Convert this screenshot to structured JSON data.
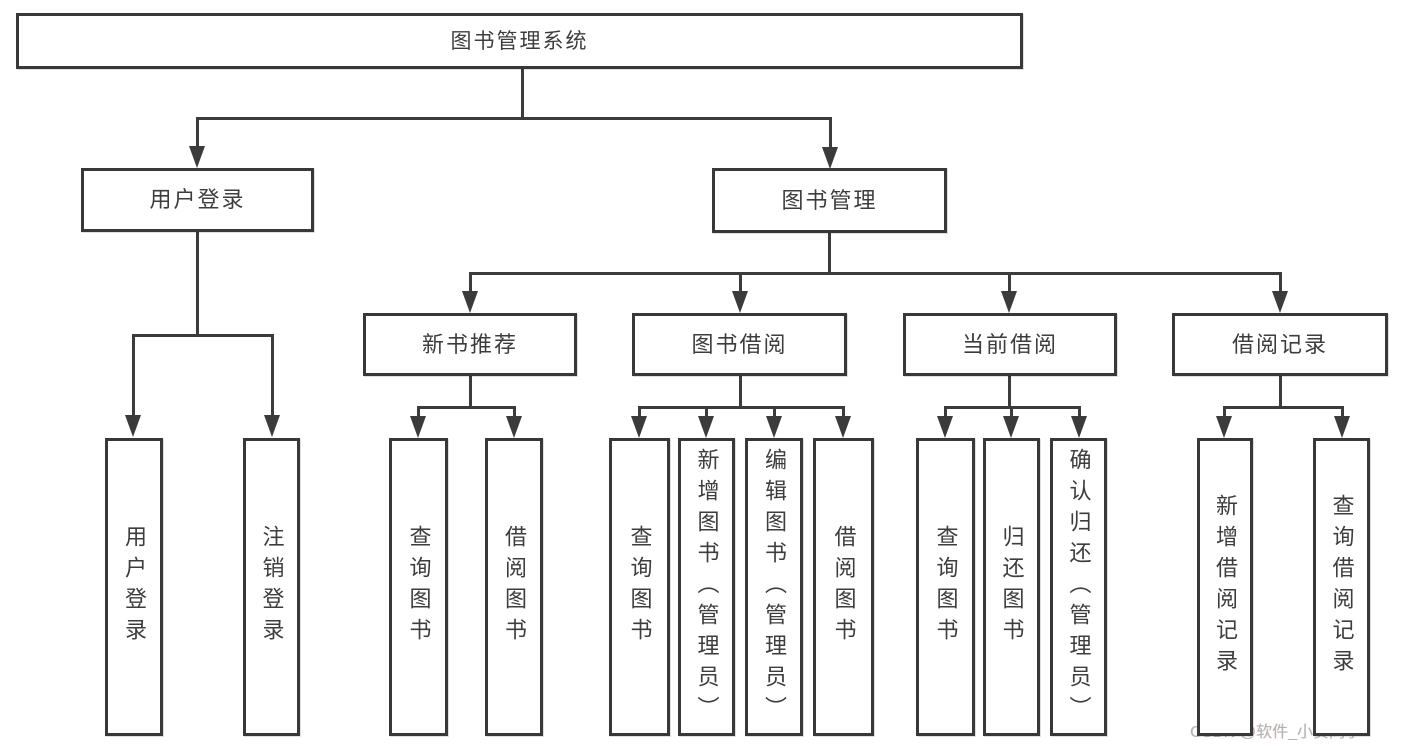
{
  "diagram": {
    "title": "图书管理系统",
    "nodes": [
      {
        "id": "root",
        "level": 1,
        "label": "图书管理系统"
      },
      {
        "id": "user-login",
        "level": 2,
        "label": "用户登录"
      },
      {
        "id": "book-mgmt",
        "level": 2,
        "label": "图书管理"
      },
      {
        "id": "new-book-rec",
        "level": 3,
        "label": "新书推荐"
      },
      {
        "id": "book-borrow",
        "level": 3,
        "label": "图书借阅"
      },
      {
        "id": "current-borrow",
        "level": 3,
        "label": "当前借阅"
      },
      {
        "id": "borrow-records",
        "level": 3,
        "label": "借阅记录"
      },
      {
        "id": "user-login-action",
        "level": 4,
        "label": "用户登录"
      },
      {
        "id": "logout-action",
        "level": 4,
        "label": "注销登录"
      },
      {
        "id": "query-books-new",
        "level": 4,
        "label": "查询图书"
      },
      {
        "id": "borrow-books-new",
        "level": 4,
        "label": "借阅图书"
      },
      {
        "id": "query-books-borrow",
        "level": 4,
        "label": "查询图书"
      },
      {
        "id": "add-books-admin",
        "level": 4,
        "label": "新增图书（管理员）"
      },
      {
        "id": "edit-books-admin",
        "level": 4,
        "label": "编辑图书（管理员）"
      },
      {
        "id": "borrow-books-action",
        "level": 4,
        "label": "借阅图书"
      },
      {
        "id": "query-books-current",
        "level": 4,
        "label": "查询图书"
      },
      {
        "id": "return-books",
        "level": 4,
        "label": "归还图书"
      },
      {
        "id": "confirm-return-admin",
        "level": 4,
        "label": "确认归还（管理员）"
      },
      {
        "id": "add-borrow-record",
        "level": 4,
        "label": "新增借阅记录"
      },
      {
        "id": "query-borrow-record",
        "level": 4,
        "label": "查询借阅记录"
      }
    ],
    "edges": [
      {
        "from": "root",
        "to": "user-login"
      },
      {
        "from": "root",
        "to": "book-mgmt"
      },
      {
        "from": "user-login",
        "to": "user-login-action"
      },
      {
        "from": "user-login",
        "to": "logout-action"
      },
      {
        "from": "book-mgmt",
        "to": "new-book-rec"
      },
      {
        "from": "book-mgmt",
        "to": "book-borrow"
      },
      {
        "from": "book-mgmt",
        "to": "current-borrow"
      },
      {
        "from": "book-mgmt",
        "to": "borrow-records"
      },
      {
        "from": "new-book-rec",
        "to": "query-books-new"
      },
      {
        "from": "new-book-rec",
        "to": "borrow-books-new"
      },
      {
        "from": "book-borrow",
        "to": "query-books-borrow"
      },
      {
        "from": "book-borrow",
        "to": "add-books-admin"
      },
      {
        "from": "book-borrow",
        "to": "edit-books-admin"
      },
      {
        "from": "book-borrow",
        "to": "borrow-books-action"
      },
      {
        "from": "current-borrow",
        "to": "query-books-current"
      },
      {
        "from": "current-borrow",
        "to": "return-books"
      },
      {
        "from": "current-borrow",
        "to": "confirm-return-admin"
      },
      {
        "from": "borrow-records",
        "to": "add-borrow-record"
      },
      {
        "from": "borrow-records",
        "to": "query-borrow-record"
      }
    ]
  },
  "watermark": {
    "text": "CSDN @软件_小贺同学"
  },
  "colors": {
    "line": "#3b3b3b",
    "box_border": "#383838",
    "text": "#3d3d3d",
    "watermark": "#b3b3b3",
    "background": "#ffffff"
  }
}
